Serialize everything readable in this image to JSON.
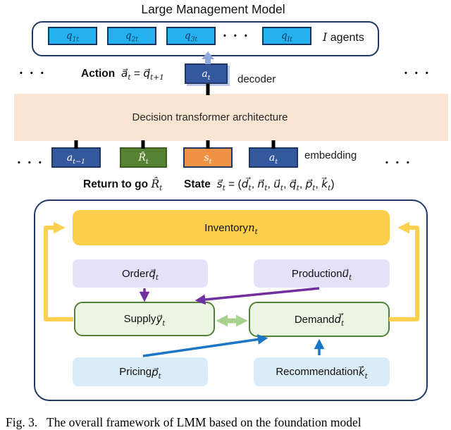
{
  "figure": {
    "title": "Large Management Model",
    "caption": "Fig. 3.   The overall framework of LMM based on the foundation model"
  },
  "colors": {
    "agent_cyan": "#25b1ee",
    "navy_border": "#1f3864",
    "action_blue": "#33589d",
    "return_green": "#568233",
    "state_orange": "#ef9245",
    "band_peach": "#fae5d3",
    "inventory_yellow": "#fbce4b",
    "loop_yellow": "#fcd050",
    "lavender": "#e5e1f8",
    "supply_green_fill": "#ebf5e3",
    "supply_green_border": "#538135",
    "light_blue": "#daecf8",
    "purple_arrow": "#7030a0",
    "blue_arrow": "#1b76c8",
    "green_double_arrow": "#a9d18e",
    "decoder_up_arrow": "#8ea9db"
  },
  "agents_panel": {
    "boxes": [
      {
        "label": "<i>q<sub>1t</sub></i>"
      },
      {
        "label": "<i>q<sub>2t</sub></i>"
      },
      {
        "label": "<i>q<sub>3t</sub></i>"
      },
      {
        "label": "<i>q<sub>It</sub></i>"
      }
    ],
    "dots": "• • •",
    "agents_label": "<i>I</i> agents"
  },
  "action_row": {
    "dots_left": "• • •",
    "action_label": "<b>Action</b>&nbsp; <i>a⃗<sub>t</sub></i> = <i>q⃗<sub>t+1</sub></i>",
    "decoder_box_label": "<i>a<sub>t</sub></i>",
    "decoder_label": "decoder",
    "dots_right": "• • •"
  },
  "transformer": {
    "label": "Decision transformer architecture"
  },
  "embedding_row": {
    "dots_left": "• • •",
    "boxes": [
      {
        "label": "<i>a<sub>t−1</sub></i>",
        "kind": "action"
      },
      {
        "label": "<i>R̂<sub>t</sub></i>",
        "kind": "return"
      },
      {
        "label": "<i>s<sub>t</sub></i>",
        "kind": "state"
      },
      {
        "label": "<i>a<sub>t</sub></i>",
        "kind": "action"
      }
    ],
    "embedding_label": "embedding",
    "dots_right": "• • •",
    "return_label": "<b>Return to go</b> <i>R̂<sub>t</sub></i>",
    "state_label": "<b>State</b>&nbsp; <i>s⃗<sub>t</sub></i> = (<i>d⃗<sub>t</sub></i>, <i>n⃗<sub>t</sub></i>, <i>u⃗<sub>t</sub></i>, <i>q⃗<sub>t</sub></i>, <i>p⃗<sub>t</sub></i>, <i>k⃗<sub>t</sub></i>)"
  },
  "framework": {
    "inventory": "Inventory <i>n<sub>t</sub></i>",
    "order": "Order <i>q⃗<sub>t</sub></i>",
    "production": "Production <i>u⃗<sub>t</sub></i>",
    "supply": "Supply <i>y⃗<sub>t</sub></i>",
    "demand": "Demand <i>d⃗<sub>t</sub></i>",
    "pricing": "Pricing <i>p⃗<sub>t</sub></i>",
    "recommendation": "Recommendation <i>k⃗<sub>t</sub></i>"
  }
}
